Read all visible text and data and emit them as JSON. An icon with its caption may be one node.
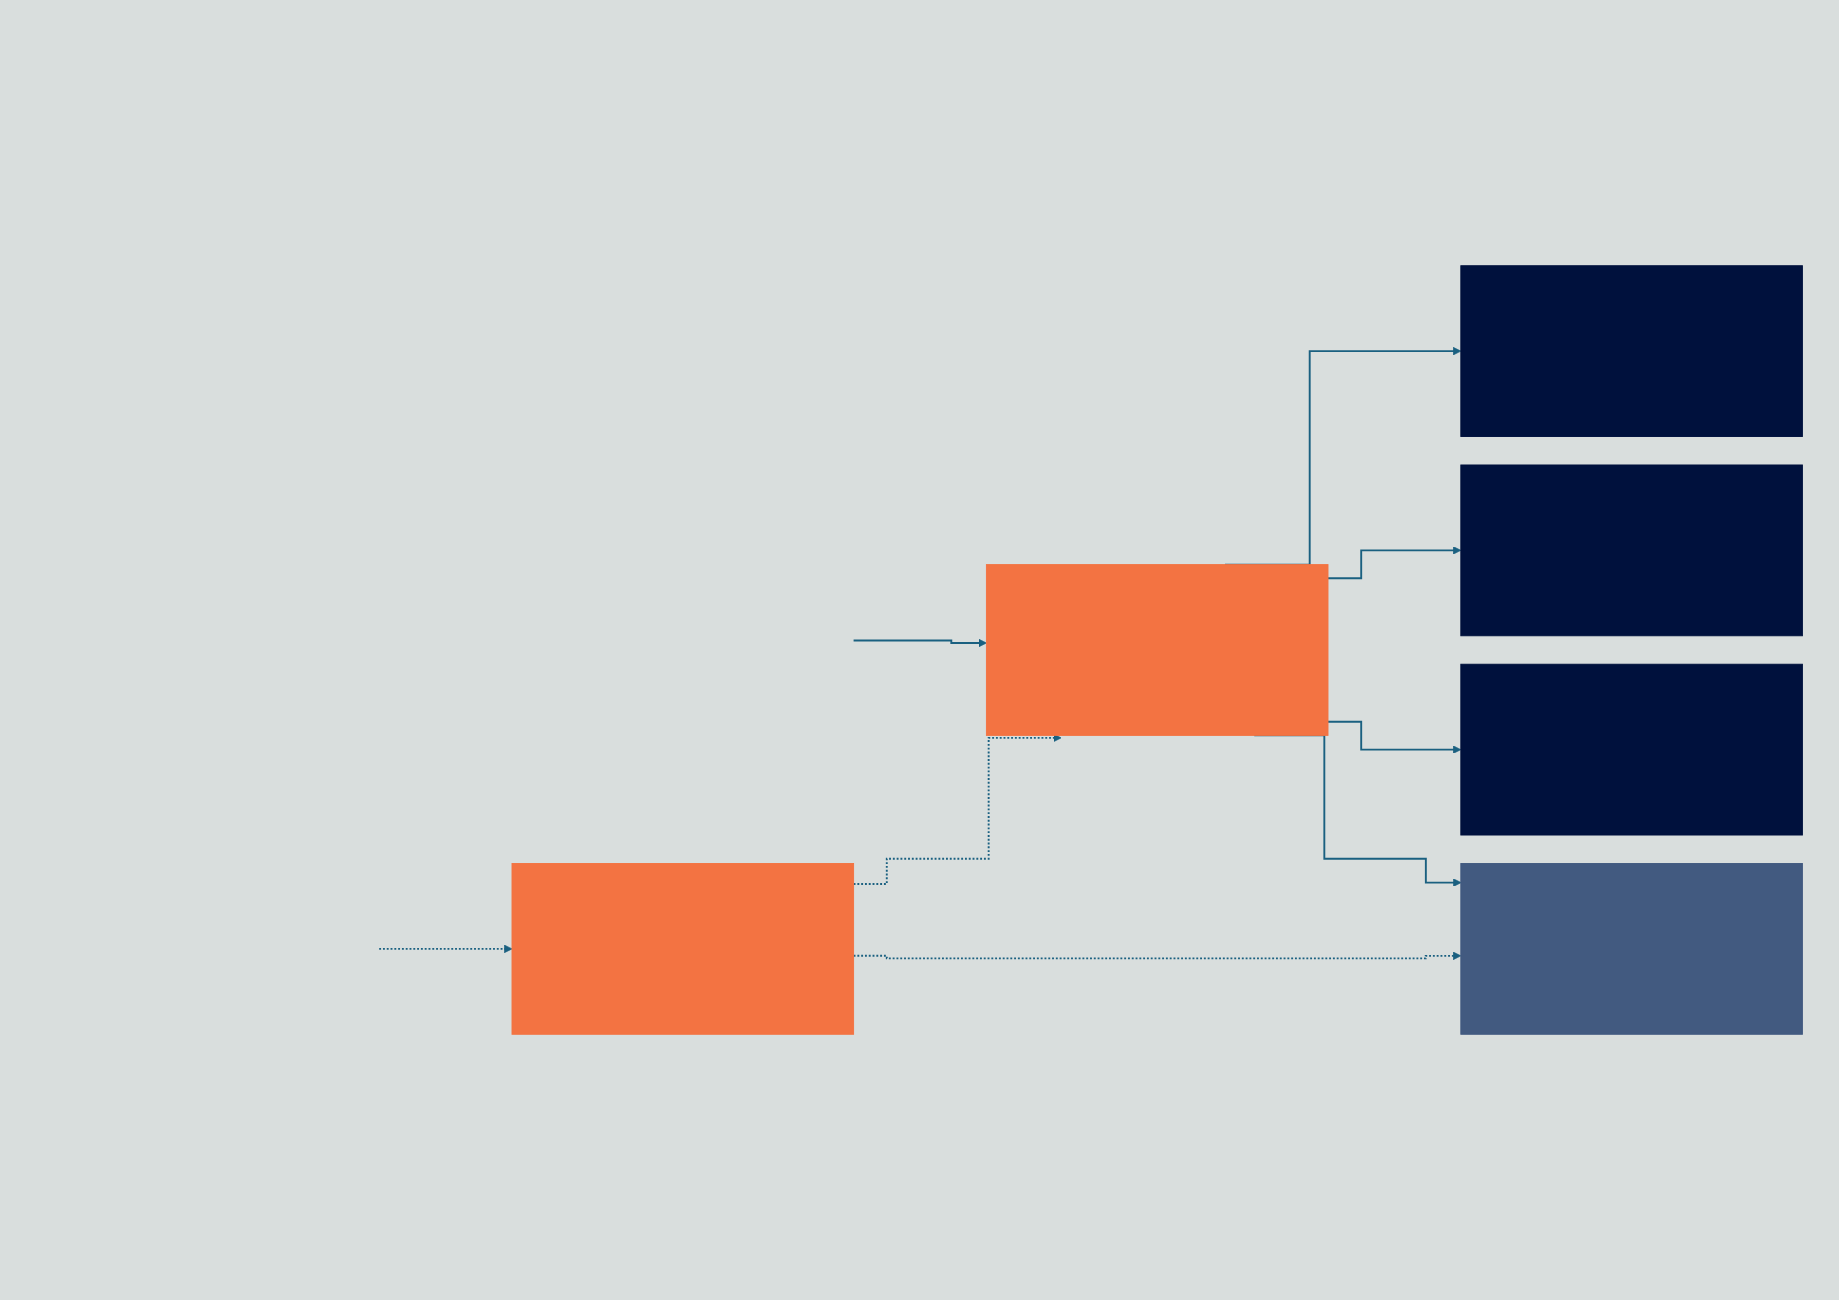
{
  "diagram": {
    "nodes": [
      {
        "text": [],
        "shape": "box"
      },
      {
        "text": [],
        "shape": "box"
      },
      {
        "text": [],
        "shape": "box"
      },
      {
        "text": [],
        "shape": "box"
      },
      {
        "text": [],
        "shape": "box"
      },
      {
        "text": [],
        "shape": "box"
      }
    ],
    "edges": [
      {
        "from": null,
        "to": 0,
        "arrow": "to"
      },
      {
        "from": null,
        "to": 1,
        "arrow": "to",
        "style": "dashed"
      },
      {
        "from": 1,
        "to": 0,
        "arrow": "to",
        "style": "dashed"
      },
      {
        "from": 0,
        "to": 2,
        "arrow": "to"
      },
      {
        "from": 0,
        "to": 3,
        "arrow": "to"
      },
      {
        "from": 0,
        "to": 4,
        "arrow": "to"
      },
      {
        "from": 0,
        "to": 5,
        "arrow": "to"
      },
      {
        "from": 1,
        "to": 5,
        "arrow": "to",
        "style": "dashed"
      }
    ]
  }
}
